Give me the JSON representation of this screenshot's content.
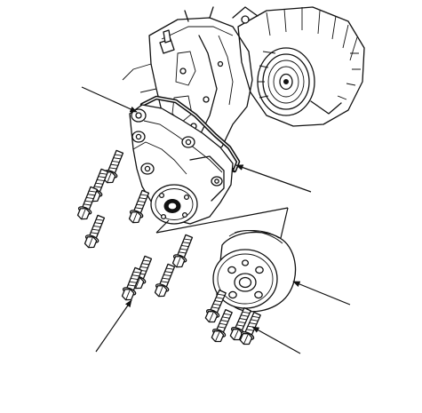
{
  "figure": {
    "kind": "exploded-parts-illustration",
    "background_color": "#ffffff",
    "line_color": "#111111"
  },
  "parts": [
    {
      "id": "engine-block",
      "icon": "engine-block-icon"
    },
    {
      "id": "alternator",
      "icon": "alternator-icon"
    },
    {
      "id": "water-pump",
      "icon": "water-pump-icon"
    },
    {
      "id": "pump-gasket",
      "icon": "gasket-icon"
    },
    {
      "id": "pump-bolts",
      "icon": "bolt-icon",
      "count": 8
    },
    {
      "id": "pulley",
      "icon": "pulley-icon"
    },
    {
      "id": "pulley-bolts",
      "icon": "bolt-icon",
      "count": 4
    }
  ],
  "callouts": [
    {
      "id": "water-pump-callout",
      "target": "water-pump"
    },
    {
      "id": "gasket-callout",
      "target": "pump-gasket"
    },
    {
      "id": "pulley-callout",
      "target": "pulley"
    },
    {
      "id": "pump-bolts-callout",
      "target": "pump-bolts"
    },
    {
      "id": "pulley-bolts-callout",
      "target": "pulley-bolts"
    },
    {
      "id": "alignment-lines",
      "target": "pulley"
    }
  ]
}
